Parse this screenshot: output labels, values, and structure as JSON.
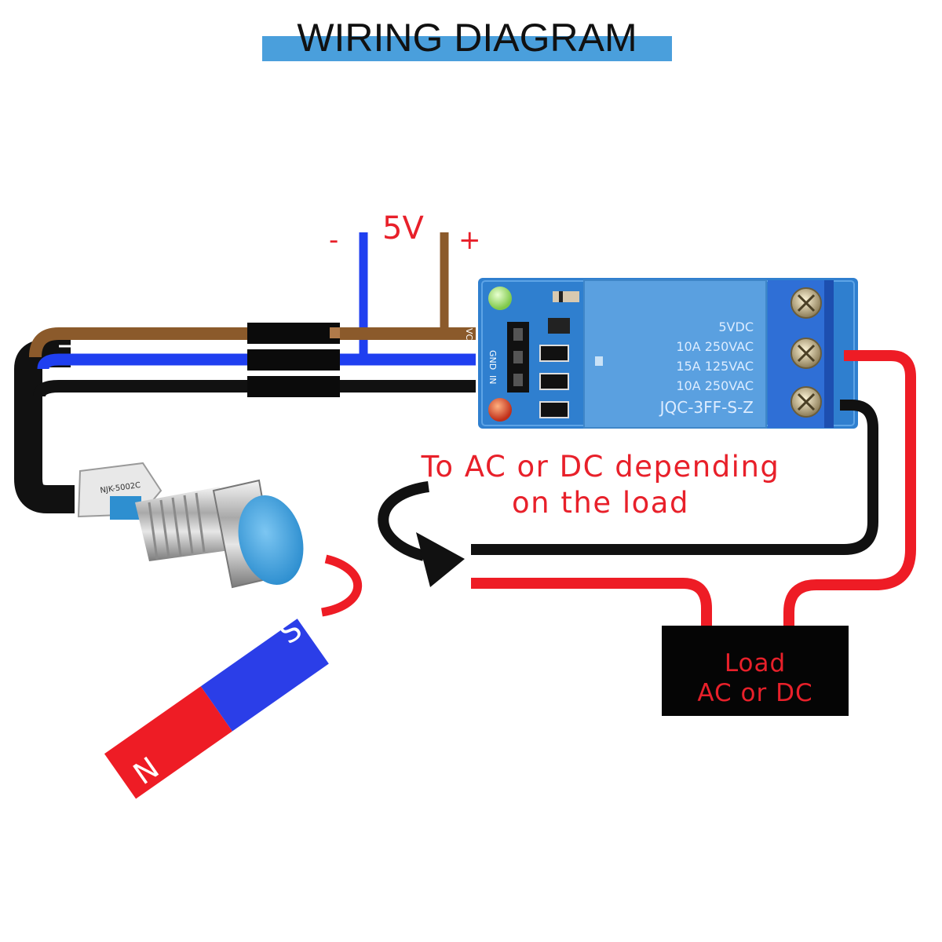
{
  "title": "WIRING DIAGRAM",
  "supply": {
    "voltage_label": "5V",
    "negative_label": "-",
    "positive_label": "+"
  },
  "relay_module": {
    "pin_labels": [
      "VCC",
      "GND",
      "IN"
    ],
    "relay_markings": [
      "5VDC",
      "10A 250VAC",
      "15A 125VAC",
      "10A 250VAC",
      "JQC-3FF-S-Z"
    ]
  },
  "sensor": {
    "label_tag": "NJK-5002C"
  },
  "magnet": {
    "south_label": "S",
    "north_label": "N"
  },
  "note": {
    "line1": "To AC or DC depending",
    "line2": "on the load"
  },
  "load_box": {
    "line1": "Load",
    "line2": "AC or DC"
  },
  "colors": {
    "title_bar": "#4a9fdc",
    "wire_brown": "#8b5a2b",
    "wire_blue": "#1f3ff0",
    "wire_black": "#111111",
    "wire_red": "#ee1c25",
    "pcb_blue": "#2f7fcf",
    "relay_blue": "#5aa0e0",
    "text_red": "#e8202a",
    "magnet_red": "#ee1c25",
    "magnet_blue": "#2b3ee8"
  }
}
